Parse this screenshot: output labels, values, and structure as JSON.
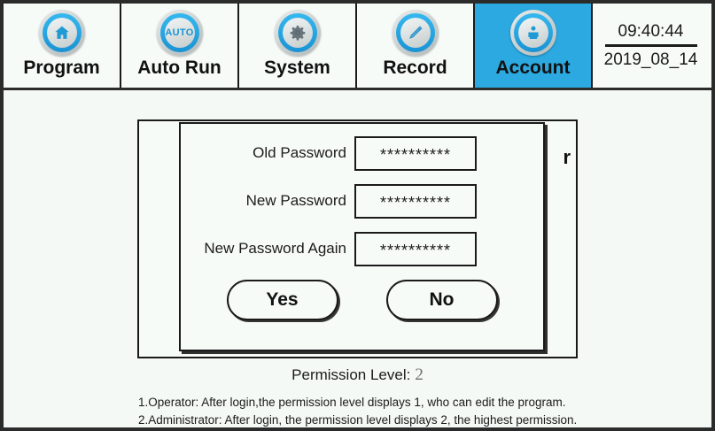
{
  "navbar": {
    "tabs": [
      {
        "label": "Program",
        "icon": "home-icon",
        "active": false
      },
      {
        "label": "Auto Run",
        "icon": "auto-icon",
        "active": false
      },
      {
        "label": "System",
        "icon": "gear-icon",
        "active": false
      },
      {
        "label": "Record",
        "icon": "pencil-icon",
        "active": false
      },
      {
        "label": "Account",
        "icon": "person-icon",
        "active": true
      }
    ],
    "auto_icon_text": "AUTO",
    "clock": {
      "time": "09:40:44",
      "date": "2019_08_14"
    },
    "active_tab_color": "#2ba9e0"
  },
  "panel": {
    "peek_right_text": "r"
  },
  "dialog": {
    "fields": [
      {
        "label": "Old Password",
        "value": "**********",
        "placeholder": ""
      },
      {
        "label": "New Password",
        "value": "**********",
        "placeholder": ""
      },
      {
        "label": "New Password Again",
        "value": "**********",
        "placeholder": ""
      }
    ],
    "buttons": {
      "confirm": "Yes",
      "cancel": "No"
    }
  },
  "footer": {
    "permission_label": "Permission Level:",
    "permission_value": "2",
    "notes": [
      "1.Operator: After login,the permission level displays 1, who can edit the program.",
      "2.Administrator: After login, the permission level displays 2, the highest permission."
    ]
  },
  "colors": {
    "background": "#f4f9f5",
    "panel": "#f7fbf8",
    "border": "#2b2b2b",
    "accent": "#2ba9e0",
    "text": "#1b1b1b"
  }
}
